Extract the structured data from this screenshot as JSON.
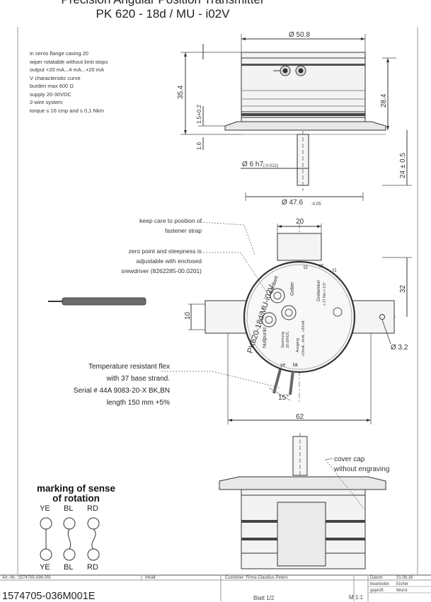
{
  "title": {
    "line1": "Precision Angular Position Transmitter",
    "line2": "PK 620 - 18d / MU - i02V"
  },
  "specs": [
    "in servo flange casing 20",
    "wiper rotatable without limit stops",
    "output +20 mA...4 mA...+20 mA",
    "V characteristic curve",
    "burden max 600 Ω",
    "supply 20-30VDC",
    "2-wire system",
    "torque ≤ 16 cmp and ≤ 0,1 Nkm"
  ],
  "dimensions": {
    "d_top": "Ø 50.8",
    "h_364": "35.4",
    "h_15": "1.5+0.2",
    "h_16": "1.6",
    "h_284": "28.4",
    "d_shaft": "Ø 6 h7",
    "d_shaft_tol": "(-0.012)",
    "h_24": "24 ± 0.5",
    "d_476": "Ø 47.6",
    "d_476_tol": "-0.05",
    "w_20": "20",
    "h_32": "32",
    "w_10": "10",
    "d_32": "Ø 3.2",
    "w_62": "62",
    "angle_15": "15°"
  },
  "notes": {
    "keep_care": [
      "keep care to position of",
      "fastener strap"
    ],
    "zero_point": [
      "zero point and steepness is",
      "adjustable with enclosed",
      "srewdriver (8262285-00.0201)"
    ],
    "flex": [
      "Temperature resistant flex",
      "with 37 base strand.",
      "Serial # 44A 9083-20-X  BK,BN",
      "length 150 mm +5%"
    ],
    "cover_cap": [
      "cover cap",
      "without engraving"
    ]
  },
  "disc_labels": {
    "model": "PK620-18d/MU-i02V",
    "stellbett": "Stellbett",
    "nullpunkt": "Nullpunkt",
    "geber": "Geber",
    "pins": [
      "t2",
      "t3",
      "t1"
    ],
    "drehwinkel": "Drehwinkel",
    "drehwinkel_val": "± 27 Nm ± 2,5°",
    "spannung": "Spannung",
    "spannung_val": "20-30VDC",
    "ausgang": "Ausgang",
    "ausgang_val": "+20mA...4mA...+20mA",
    "wires": [
      "ye",
      "bk"
    ]
  },
  "rotation": {
    "title": [
      "marking of sense",
      "of rotation"
    ],
    "top_labels": [
      "YE",
      "BL",
      "RD"
    ],
    "bottom_labels": [
      "YE",
      "BL",
      "RD"
    ]
  },
  "footer": {
    "artnr": "Art.-Nr.: 1574705-036.001",
    "inhalt": "Inhalt",
    "customer": "Customer: Firma Claudius Peters",
    "datum": "Datum",
    "bearbeitet": "bearbeitet",
    "geprueft": "geprüft",
    "date1": "31.08.16",
    "name1": "Eicher",
    "name2": "Wurst",
    "doc_number": "1574705-036M001E",
    "blatt": "Blatt 1/2",
    "scale": "M 1:1"
  }
}
